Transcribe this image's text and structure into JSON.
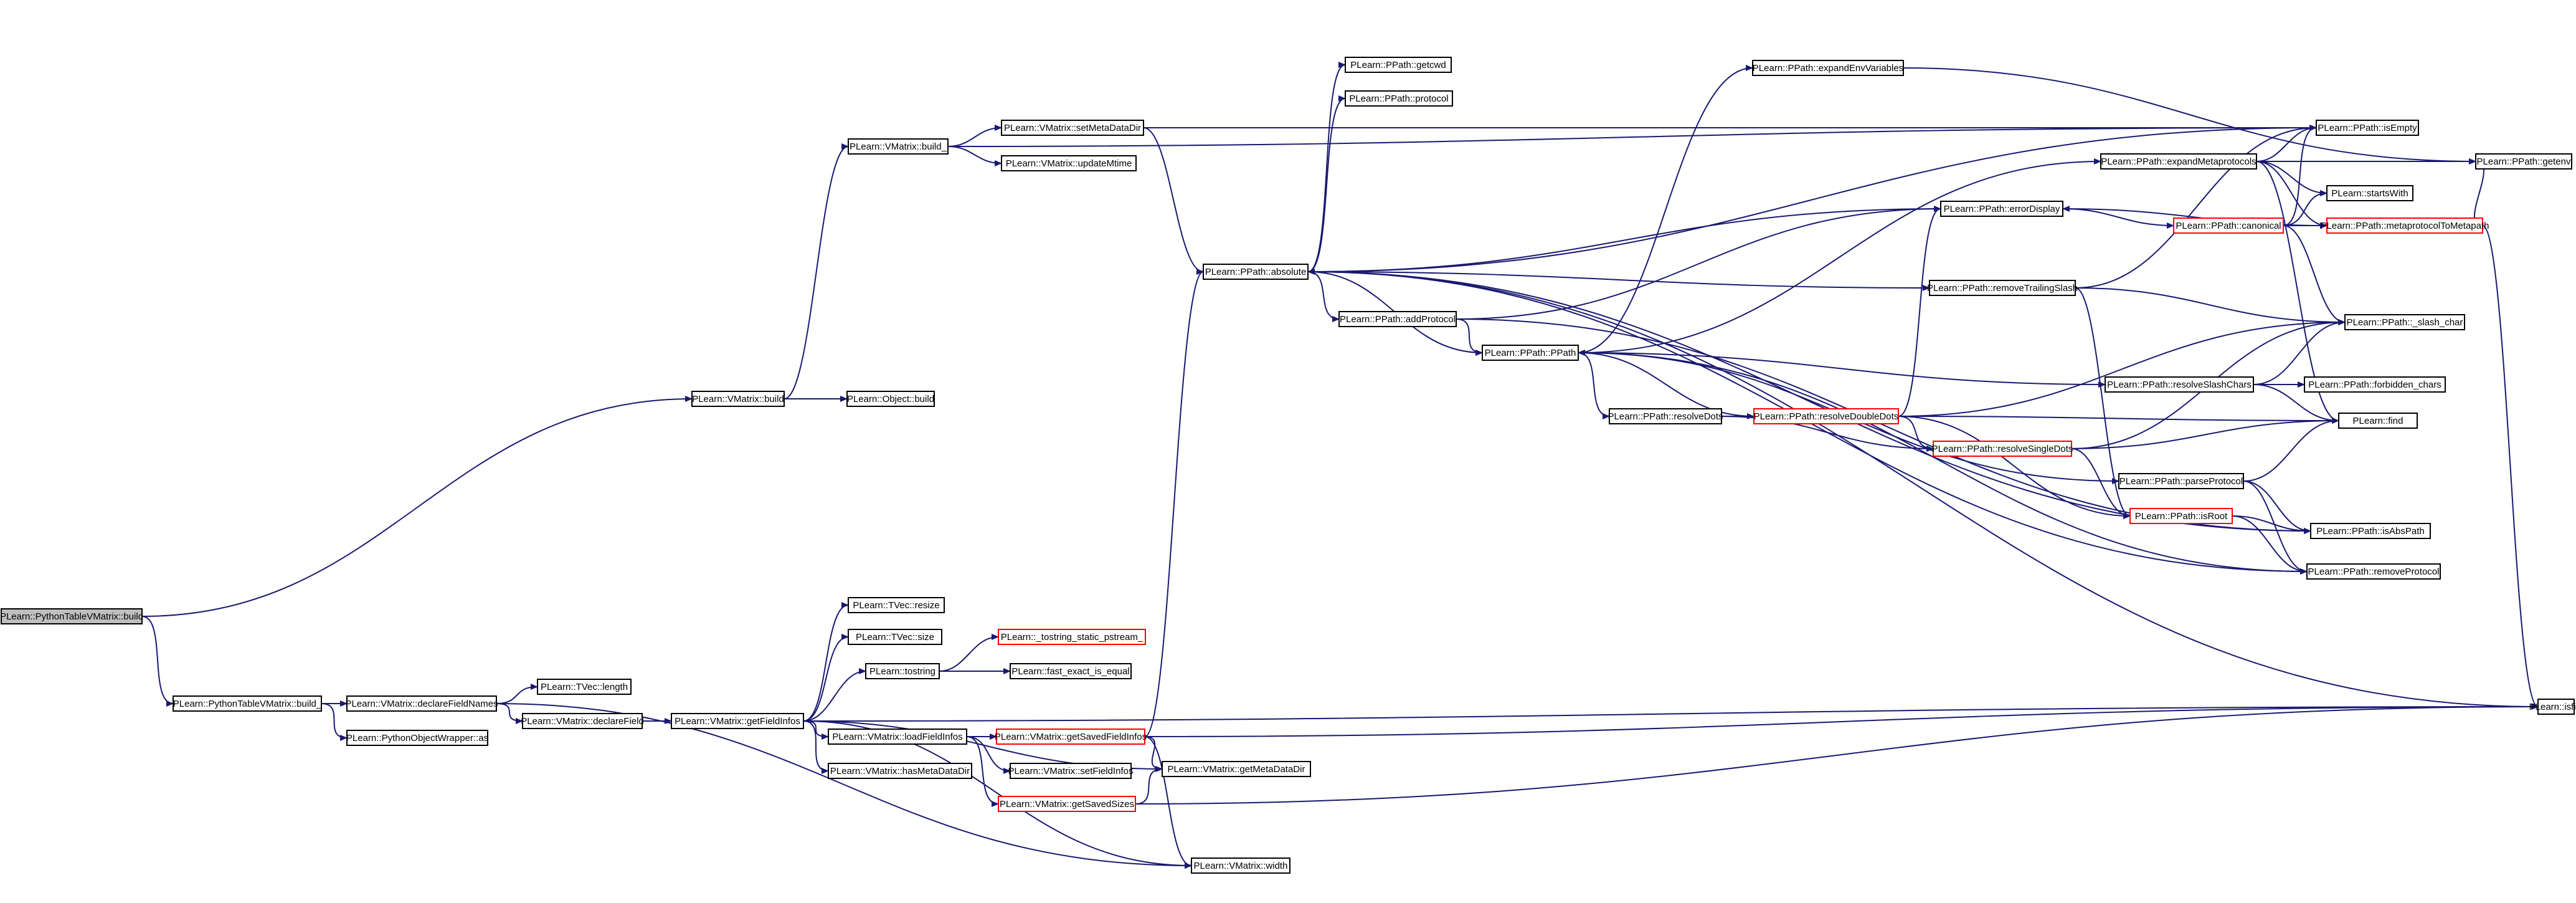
{
  "colors": {
    "edge": "#191970",
    "node_border": "#000000",
    "node_border_truncated": "#ff0000",
    "node_fill": "#ffffff",
    "root_fill": "#bfbfbf"
  },
  "nodes": [
    {
      "id": "n_ptvm_build",
      "label": "PLearn::PythonTableVMatrix::build",
      "root": true
    },
    {
      "id": "n_vm_build",
      "label": "PLearn::VMatrix::build"
    },
    {
      "id": "n_obj_build",
      "label": "PLearn::Object::build"
    },
    {
      "id": "n_vm_build_",
      "label": "PLearn::VMatrix::build_"
    },
    {
      "id": "n_setmetadatadir",
      "label": "PLearn::VMatrix::setMetaDataDir"
    },
    {
      "id": "n_updatemtime",
      "label": "PLearn::VMatrix::updateMtime"
    },
    {
      "id": "n_ptvm_build_",
      "label": "PLearn::PythonTableVMatrix::build_"
    },
    {
      "id": "n_declarefieldnames",
      "label": "PLearn::VMatrix::declareFieldNames"
    },
    {
      "id": "n_pyobj_as",
      "label": "PLearn::PythonObjectWrapper::as"
    },
    {
      "id": "n_tvec_length",
      "label": "PLearn::TVec::length"
    },
    {
      "id": "n_declarefield",
      "label": "PLearn::VMatrix::declareField"
    },
    {
      "id": "n_getfieldinfos",
      "label": "PLearn::VMatrix::getFieldInfos"
    },
    {
      "id": "n_tvec_resize",
      "label": "PLearn::TVec::resize"
    },
    {
      "id": "n_tvec_size",
      "label": "PLearn::TVec::size"
    },
    {
      "id": "n_tostring",
      "label": "PLearn::tostring"
    },
    {
      "id": "n_tostring_pstream",
      "label": "PLearn::_tostring_static_pstream_",
      "truncated": true
    },
    {
      "id": "n_fast_exact",
      "label": "PLearn::fast_exact_is_equal"
    },
    {
      "id": "n_loadfieldinfos",
      "label": "PLearn::VMatrix::loadFieldInfos"
    },
    {
      "id": "n_hasmetadatadir",
      "label": "PLearn::VMatrix::hasMetaDataDir"
    },
    {
      "id": "n_setfieldinfos",
      "label": "PLearn::VMatrix::setFieldInfos"
    },
    {
      "id": "n_getsavedfieldinfos",
      "label": "PLearn::VMatrix::getSavedFieldInfos",
      "truncated": true
    },
    {
      "id": "n_getsavedsizes",
      "label": "PLearn::VMatrix::getSavedSizes",
      "truncated": true
    },
    {
      "id": "n_getmetadatadir",
      "label": "PLearn::VMatrix::getMetaDataDir"
    },
    {
      "id": "n_width",
      "label": "PLearn::VMatrix::width"
    },
    {
      "id": "n_getcwd",
      "label": "PLearn::PPath::getcwd"
    },
    {
      "id": "n_protocol",
      "label": "PLearn::PPath::protocol"
    },
    {
      "id": "n_absolute",
      "label": "PLearn::PPath::absolute"
    },
    {
      "id": "n_addprotocol",
      "label": "PLearn::PPath::addProtocol"
    },
    {
      "id": "n_ppath",
      "label": "PLearn::PPath::PPath"
    },
    {
      "id": "n_resolvedots",
      "label": "PLearn::PPath::resolveDots"
    },
    {
      "id": "n_resolvedoubledots",
      "label": "PLearn::PPath::resolveDoubleDots",
      "truncated": true
    },
    {
      "id": "n_resolvesingledots",
      "label": "PLearn::PPath::resolveSingleDots",
      "truncated": true
    },
    {
      "id": "n_expandenv",
      "label": "PLearn::PPath::expandEnvVariables"
    },
    {
      "id": "n_errordisplay",
      "label": "PLearn::PPath::errorDisplay"
    },
    {
      "id": "n_removetrailingslash",
      "label": "PLearn::PPath::removeTrailingSlash"
    },
    {
      "id": "n_expandmeta",
      "label": "PLearn::PPath::expandMetaprotocols"
    },
    {
      "id": "n_canonical",
      "label": "PLearn::PPath::canonical",
      "truncated": true
    },
    {
      "id": "n_resolveslashchars",
      "label": "PLearn::PPath::resolveSlashChars"
    },
    {
      "id": "n_parseprotocol",
      "label": "PLearn::PPath::parseProtocol"
    },
    {
      "id": "n_isroot",
      "label": "PLearn::PPath::isRoot",
      "truncated": true
    },
    {
      "id": "n_isempty",
      "label": "PLearn::PPath::isEmpty"
    },
    {
      "id": "n_getenv",
      "label": "PLearn::PPath::getenv"
    },
    {
      "id": "n_startswith",
      "label": "PLearn::startsWith"
    },
    {
      "id": "n_metatometapath",
      "label": "PLearn::PPath::metaprotocolToMetapath",
      "truncated": true
    },
    {
      "id": "n_slashchar",
      "label": "PLearn::PPath::_slash_char"
    },
    {
      "id": "n_forbidden",
      "label": "PLearn::PPath::forbidden_chars"
    },
    {
      "id": "n_find",
      "label": "PLearn::find"
    },
    {
      "id": "n_isabspath",
      "label": "PLearn::PPath::isAbsPath"
    },
    {
      "id": "n_removeprotocol",
      "label": "PLearn::PPath::removeProtocol"
    },
    {
      "id": "n_isfile",
      "label": "PLearn::isfile"
    }
  ],
  "edges": [
    [
      "n_ptvm_build",
      "n_vm_build"
    ],
    [
      "n_ptvm_build",
      "n_ptvm_build_"
    ],
    [
      "n_vm_build",
      "n_obj_build"
    ],
    [
      "n_vm_build",
      "n_vm_build_"
    ],
    [
      "n_vm_build_",
      "n_setmetadatadir"
    ],
    [
      "n_vm_build_",
      "n_updatemtime"
    ],
    [
      "n_vm_build_",
      "n_isempty"
    ],
    [
      "n_setmetadatadir",
      "n_absolute"
    ],
    [
      "n_setmetadatadir",
      "n_isempty"
    ],
    [
      "n_ptvm_build_",
      "n_declarefieldnames"
    ],
    [
      "n_ptvm_build_",
      "n_pyobj_as"
    ],
    [
      "n_declarefieldnames",
      "n_tvec_length"
    ],
    [
      "n_declarefieldnames",
      "n_declarefield"
    ],
    [
      "n_declarefieldnames",
      "n_width"
    ],
    [
      "n_declarefield",
      "n_getfieldinfos"
    ],
    [
      "n_getfieldinfos",
      "n_tvec_resize"
    ],
    [
      "n_getfieldinfos",
      "n_tvec_size"
    ],
    [
      "n_getfieldinfos",
      "n_tostring"
    ],
    [
      "n_getfieldinfos",
      "n_loadfieldinfos"
    ],
    [
      "n_getfieldinfos",
      "n_hasmetadatadir"
    ],
    [
      "n_getfieldinfos",
      "n_getmetadatadir"
    ],
    [
      "n_getfieldinfos",
      "n_width"
    ],
    [
      "n_getfieldinfos",
      "n_isfile"
    ],
    [
      "n_tostring",
      "n_tostring_pstream"
    ],
    [
      "n_tostring",
      "n_fast_exact"
    ],
    [
      "n_loadfieldinfos",
      "n_getsavedfieldinfos"
    ],
    [
      "n_loadfieldinfos",
      "n_setfieldinfos"
    ],
    [
      "n_loadfieldinfos",
      "n_getsavedsizes"
    ],
    [
      "n_getsavedfieldinfos",
      "n_absolute"
    ],
    [
      "n_getsavedfieldinfos",
      "n_getmetadatadir"
    ],
    [
      "n_getsavedfieldinfos",
      "n_width"
    ],
    [
      "n_getsavedfieldinfos",
      "n_isfile"
    ],
    [
      "n_getsavedsizes",
      "n_getmetadatadir"
    ],
    [
      "n_getsavedsizes",
      "n_isfile"
    ],
    [
      "n_absolute",
      "n_getcwd"
    ],
    [
      "n_absolute",
      "n_protocol"
    ],
    [
      "n_absolute",
      "n_addprotocol"
    ],
    [
      "n_absolute",
      "n_ppath"
    ],
    [
      "n_absolute",
      "n_removetrailingslash"
    ],
    [
      "n_absolute",
      "n_isempty"
    ],
    [
      "n_absolute",
      "n_isabspath"
    ],
    [
      "n_absolute",
      "n_removeprotocol"
    ],
    [
      "n_absolute",
      "n_isfile"
    ],
    [
      "n_addprotocol",
      "n_ppath"
    ],
    [
      "n_addprotocol",
      "n_errordisplay"
    ],
    [
      "n_addprotocol",
      "n_isabspath"
    ],
    [
      "n_ppath",
      "n_resolvedots"
    ],
    [
      "n_ppath",
      "n_resolveslashchars"
    ],
    [
      "n_ppath",
      "n_expandenv"
    ],
    [
      "n_ppath",
      "n_expandmeta"
    ],
    [
      "n_ppath",
      "n_parseprotocol"
    ],
    [
      "n_resolvedots",
      "n_resolvedoubledots"
    ],
    [
      "n_resolvedots",
      "n_resolvesingledots"
    ],
    [
      "n_resolvedoubledots",
      "n_ppath"
    ],
    [
      "n_resolvedoubledots",
      "n_resolvesingledots"
    ],
    [
      "n_resolvedoubledots",
      "n_errordisplay"
    ],
    [
      "n_resolvedoubledots",
      "n_isroot"
    ],
    [
      "n_resolvedoubledots",
      "n_slashchar"
    ],
    [
      "n_resolvedoubledots",
      "n_find"
    ],
    [
      "n_resolvesingledots",
      "n_slashchar"
    ],
    [
      "n_resolvesingledots",
      "n_find"
    ],
    [
      "n_resolvesingledots",
      "n_isroot"
    ],
    [
      "n_errordisplay",
      "n_absolute"
    ],
    [
      "n_errordisplay",
      "n_canonical"
    ],
    [
      "n_removetrailingslash",
      "n_isroot"
    ],
    [
      "n_removetrailingslash",
      "n_slashchar"
    ],
    [
      "n_removetrailingslash",
      "n_isempty"
    ],
    [
      "n_expandmeta",
      "n_isempty"
    ],
    [
      "n_expandmeta",
      "n_getenv"
    ],
    [
      "n_expandmeta",
      "n_metatometapath"
    ],
    [
      "n_expandmeta",
      "n_find"
    ],
    [
      "n_expandmeta",
      "n_startswith"
    ],
    [
      "n_canonical",
      "n_startswith"
    ],
    [
      "n_canonical",
      "n_metatometapath"
    ],
    [
      "n_canonical",
      "n_isempty"
    ],
    [
      "n_canonical",
      "n_slashchar"
    ],
    [
      "n_metatometapath",
      "n_errordisplay"
    ],
    [
      "n_metatometapath",
      "n_getenv"
    ],
    [
      "n_metatometapath",
      "n_isfile"
    ],
    [
      "n_resolveslashchars",
      "n_slashchar"
    ],
    [
      "n_resolveslashchars",
      "n_forbidden"
    ],
    [
      "n_resolveslashchars",
      "n_find"
    ],
    [
      "n_parseprotocol",
      "n_find"
    ],
    [
      "n_parseprotocol",
      "n_isabspath"
    ],
    [
      "n_parseprotocol",
      "n_removeprotocol"
    ],
    [
      "n_isroot",
      "n_isabspath"
    ],
    [
      "n_isroot",
      "n_removeprotocol"
    ],
    [
      "n_expandenv",
      "n_getenv"
    ],
    [
      "n_removeprotocol",
      "n_ppath"
    ]
  ]
}
